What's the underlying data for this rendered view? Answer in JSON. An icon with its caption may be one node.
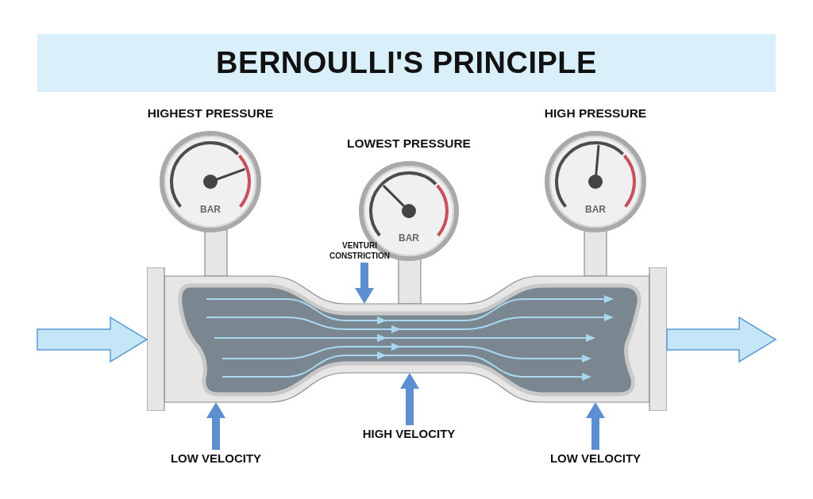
{
  "diagram": {
    "title": "BERNOULLI'S PRINCIPLE",
    "nodes": [
      {
        "text": [
          "HIGHEST PRESSURE",
          "BAR"
        ]
      },
      {
        "text": [
          "LOWEST PRESSURE",
          "BAR"
        ]
      },
      {
        "text": [
          "HIGH PRESSURE",
          "BAR"
        ]
      },
      {
        "text": [],
        "shape": "picture"
      },
      {
        "text": [
          "VENTURI CONSTRICTION"
        ]
      },
      {
        "text": [
          "HIGH VELOCITY"
        ]
      },
      {
        "text": [
          "LOW VELOCITY"
        ]
      },
      {
        "text": [
          "LOW VELOCITY"
        ]
      }
    ],
    "edges": [
      {
        "from": null,
        "to": 3,
        "arrow": "to",
        "style": "thick",
        "color": "#c5e6f6"
      },
      {
        "from": 3,
        "to": null,
        "arrow": "to",
        "style": "thick",
        "color": "#c5e6f6"
      },
      {
        "from": 4,
        "to": 3,
        "arrow": "to"
      },
      {
        "from": 5,
        "to": 3,
        "arrow": "to"
      },
      {
        "from": 6,
        "to": 3,
        "arrow": "to"
      },
      {
        "from": 7,
        "to": 3,
        "arrow": "to"
      }
    ]
  }
}
